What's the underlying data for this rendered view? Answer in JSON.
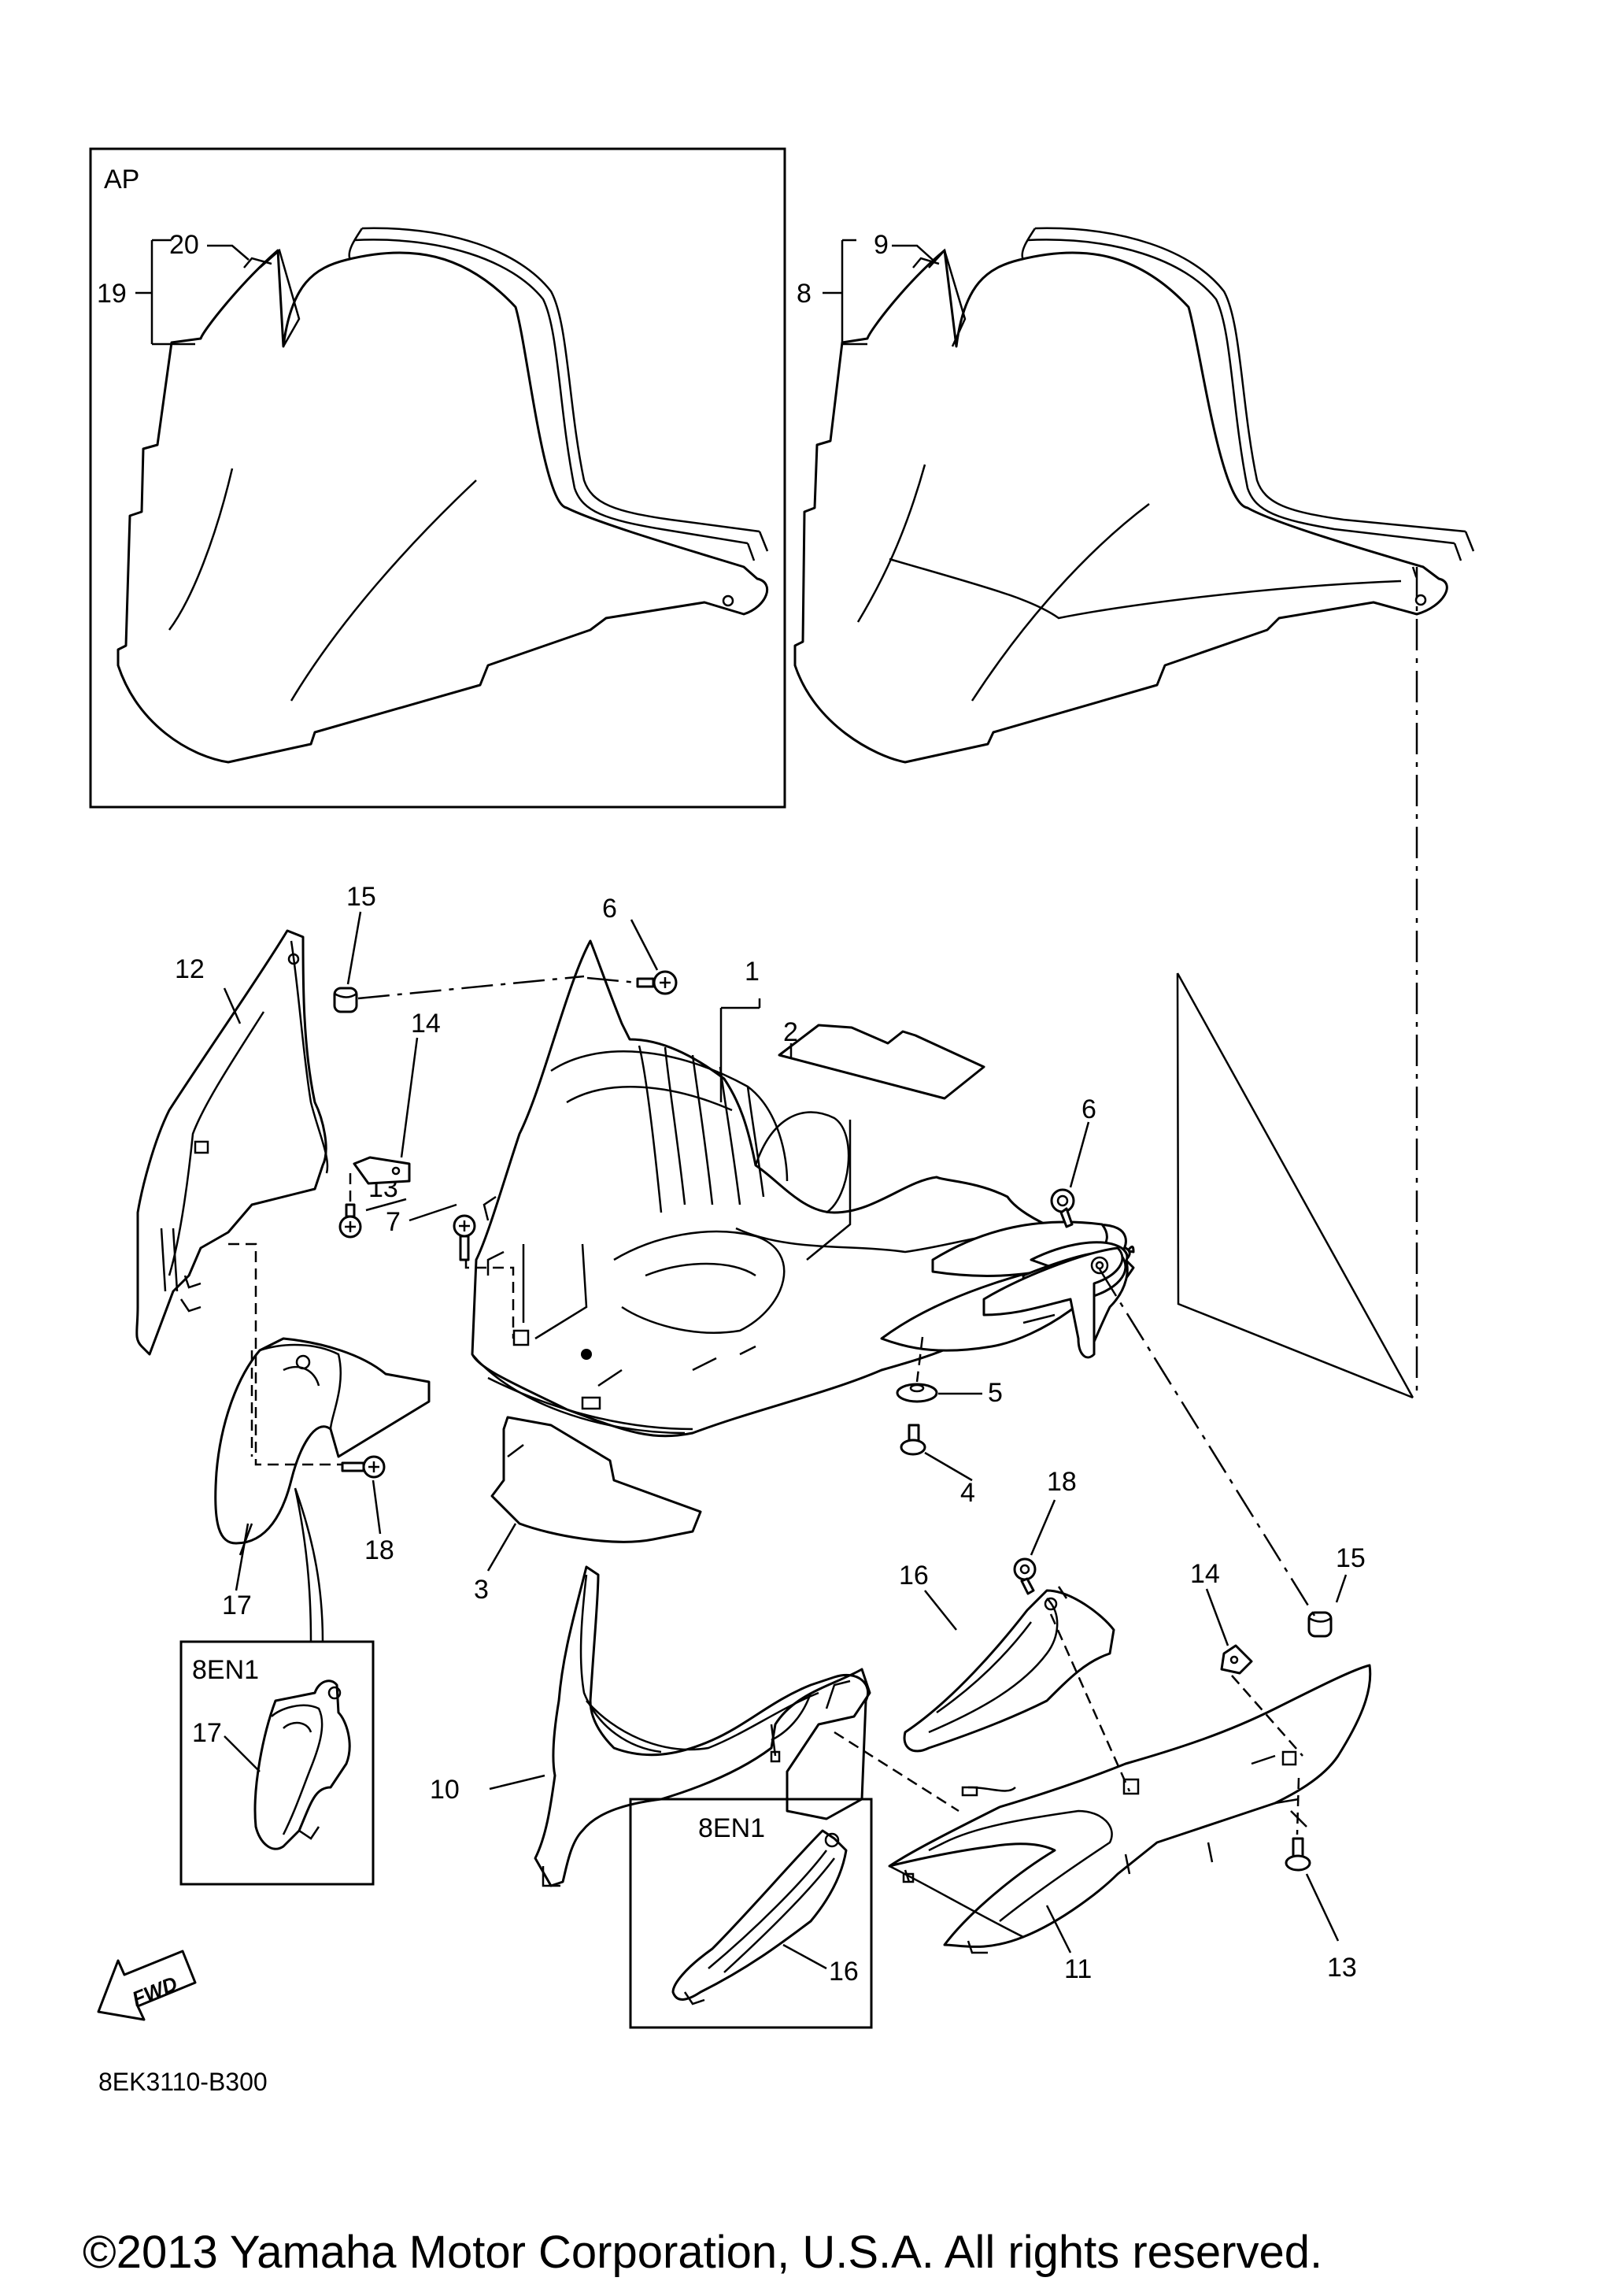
{
  "callouts": {
    "c1": "1",
    "c2": "2",
    "c3": "3",
    "c4": "4",
    "c5": "5",
    "c6a": "6",
    "c6b": "6",
    "c7": "7",
    "c8": "8",
    "c9": "9",
    "c10": "10",
    "c11": "11",
    "c12": "12",
    "c13a": "13",
    "c13b": "13",
    "c14a": "14",
    "c14b": "14",
    "c15a": "15",
    "c15b": "15",
    "c16a": "16",
    "c16b": "16",
    "c17a": "17",
    "c17b": "17",
    "c18a": "18",
    "c18b": "18",
    "c19": "19",
    "c20": "20"
  },
  "boxes": {
    "ap_label": "AP",
    "inset_left_label": "8EN1",
    "inset_right_label": "8EN1"
  },
  "fwd_label": "FWD",
  "diagram_code": "8EK3110-B300",
  "copyright": "©2013 Yamaha Motor Corporation, U.S.A. All rights reserved."
}
